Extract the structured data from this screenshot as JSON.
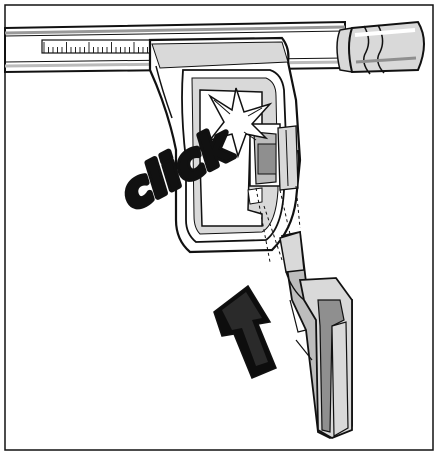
{
  "figure": {
    "click_label": "click",
    "colors": {
      "line": "#111111",
      "shade_light": "#d9d9d9",
      "shade_mid": "#bdbdbd",
      "shade_dark": "#8f8f8f",
      "arrow": "#0d0d0d",
      "background": "#ffffff"
    },
    "icons": [
      "roof-bar",
      "ruler-scale",
      "end-cap",
      "foot-bracket",
      "clip-part",
      "push-arrow",
      "click-burst"
    ]
  }
}
